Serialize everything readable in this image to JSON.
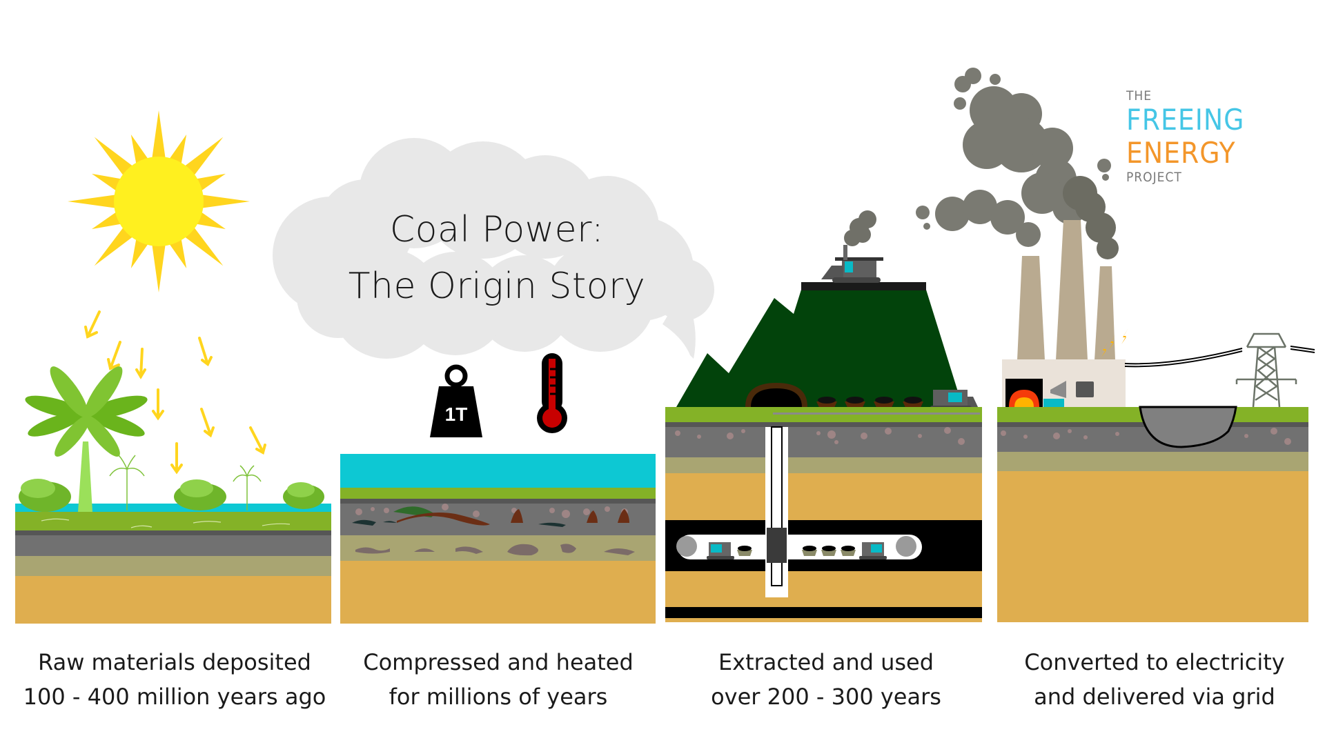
{
  "title": {
    "line1": "Coal Power:",
    "line2": "The Origin Story"
  },
  "logo": {
    "prefix": "THE",
    "word1": "FREEING",
    "word2": "ENERGY",
    "suffix": "PROJECT",
    "color_primary": "#45c6e6",
    "color_accent": "#f3962a"
  },
  "icons": {
    "weight_label": "1T"
  },
  "panels": [
    {
      "id": "deposit",
      "caption_line1": "Raw materials deposited",
      "caption_line2": "100 - 400 million years ago"
    },
    {
      "id": "compress",
      "caption_line1": "Compressed and heated",
      "caption_line2": "for millions of years"
    },
    {
      "id": "extract",
      "caption_line1": "Extracted and used",
      "caption_line2": "over 200 - 300 years"
    },
    {
      "id": "convert",
      "caption_line1": "Converted to electricity",
      "caption_line2": "and delivered via grid"
    }
  ],
  "colors": {
    "grass": "#84b227",
    "water": "#0dc8d3",
    "dark_stone": "#565656",
    "stone": "#717171",
    "clay": "#a9a572",
    "sand": "#dfae4f",
    "coal": "#000000",
    "mountain": "#02430b",
    "smoke": "#7a7a72",
    "chimney": "#b9aa90",
    "sun_core": "#fff01f",
    "sun_rays": "#ffd51e",
    "thermo_red": "#c80000"
  }
}
